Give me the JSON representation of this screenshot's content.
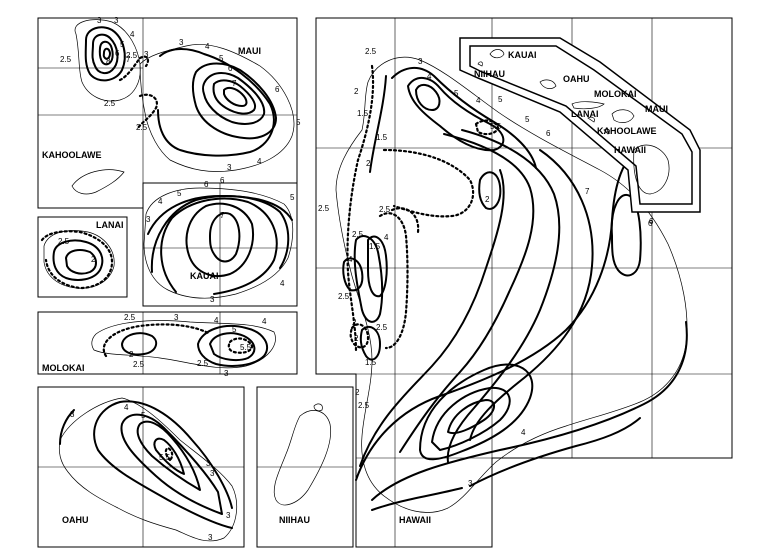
{
  "panels": {
    "maui": "MAUI",
    "kahoolawe": "KAHOOLAWE",
    "lanai": "LANAI",
    "kauai": "KAUAI",
    "molokai": "MOLOKAI",
    "oahu": "OAHU",
    "niihau": "NIIHAU",
    "hawaii": "HAWAII"
  },
  "locator": {
    "kauai": "KAUAI",
    "niihau": "NIIHAU",
    "oahu": "OAHU",
    "molokai": "MOLOKAI",
    "lanai": "LANAI",
    "maui": "MAUI",
    "kahoolawe": "KAHOOLAWE",
    "hawaii": "HAWAII"
  },
  "contour_labels": {
    "maui": [
      "3",
      "3",
      "4",
      "5",
      "6",
      "7",
      "8",
      "3",
      "2.5",
      "2.5",
      "2.5",
      "2.5",
      "3",
      "4",
      "5",
      "6",
      "7",
      "6",
      "5",
      "4",
      "3"
    ],
    "lanai": [
      "2.5",
      "2"
    ],
    "kauai": [
      "6",
      "5",
      "4",
      "3",
      "7",
      "6",
      "5",
      "4",
      "3"
    ],
    "molokai": [
      "2.5",
      "3",
      "2",
      "2.5",
      "2.5",
      "3",
      "4",
      "5",
      "5.5",
      "4"
    ],
    "oahu": [
      "3",
      "4",
      "5",
      "5.5",
      "3",
      "3",
      "3",
      "3"
    ],
    "hawaii": [
      "2.5",
      "3",
      "4",
      "5",
      "5",
      "4",
      "5.5",
      "5",
      "6",
      "2",
      "1.5",
      "1.5",
      "2",
      "2.5",
      "2.5",
      "2",
      "2.5",
      "4",
      "1.5",
      "2.5",
      "2",
      "2.5",
      "2",
      "1.5",
      "2",
      "2.5",
      "7",
      "6",
      "4",
      "3",
      "6",
      "4"
    ]
  }
}
